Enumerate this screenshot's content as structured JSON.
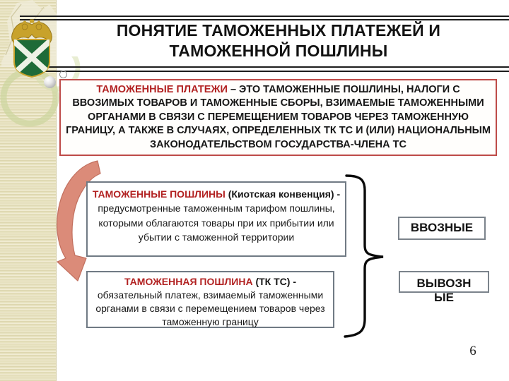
{
  "slide": {
    "title_line1": "ПОНЯТИЕ ТАМОЖЕННЫХ ПЛАТЕЖЕЙ И",
    "title_line2": "ТАМОЖЕННОЙ ПОШЛИНЫ",
    "page_number": "6"
  },
  "definition_box": {
    "term": "ТАМОЖЕННЫЕ ПЛАТЕЖИ",
    "body": " – ЭТО ТАМОЖЕННЫЕ ПОШЛИНЫ, НАЛОГИ С ВВОЗИМЫХ ТОВАРОВ И ТАМОЖЕННЫЕ СБОРЫ, ВЗИМАЕМЫЕ ТАМОЖЕННЫМИ ОРГАНАМИ В СВЯЗИ С ПЕРЕМЕЩЕНИЕМ ТОВАРОВ ЧЕРЕЗ ТАМОЖЕННУЮ ГРАНИЦУ, А ТАКЖЕ В СЛУЧАЯХ, ОПРЕДЕЛЕННЫХ ТК ТС И (ИЛИ) НАЦИОНАЛЬНЫМ ЗАКОНОДАТЕЛЬСТВОМ ГОСУДАРСТВА-ЧЛЕНА ТС"
  },
  "kyoto_box": {
    "term": "ТАМОЖЕННЫЕ ПОШЛИНЫ",
    "subterm": " (Киотская конвенция) - ",
    "body": "предусмотренные таможенным тарифом пошлины, которыми облагаются товары при их прибытии или убытии с таможенной территории"
  },
  "tkts_box": {
    "term": "ТАМОЖЕННАЯ ПОШЛИНА",
    "subterm": " (ТК ТС) - ",
    "body": "обязательный платеж, взимаемый таможенными органами в связи с перемещением товаров через таможенную границу"
  },
  "duty_types": {
    "import_label": "ВВОЗНЫЕ",
    "export_label": "ВЫВОЗНЫЕ"
  },
  "icons": {
    "emblem": "russian-customs-emblem",
    "brace": "right-curly-brace",
    "arrow": "curved-down-arrow",
    "sphere": "bubble-sphere",
    "ring": "bubble-ring"
  },
  "colors": {
    "term_red": "#B22222",
    "definition_border": "#BE4B48",
    "gray_border": "#707A84",
    "strip_beige": "#E7E2C0",
    "arrow_salmon": "#DB8B79",
    "rule_black": "#1C1C1C",
    "emblem_green": "#1E6B38",
    "emblem_gold": "#C8A22B"
  }
}
